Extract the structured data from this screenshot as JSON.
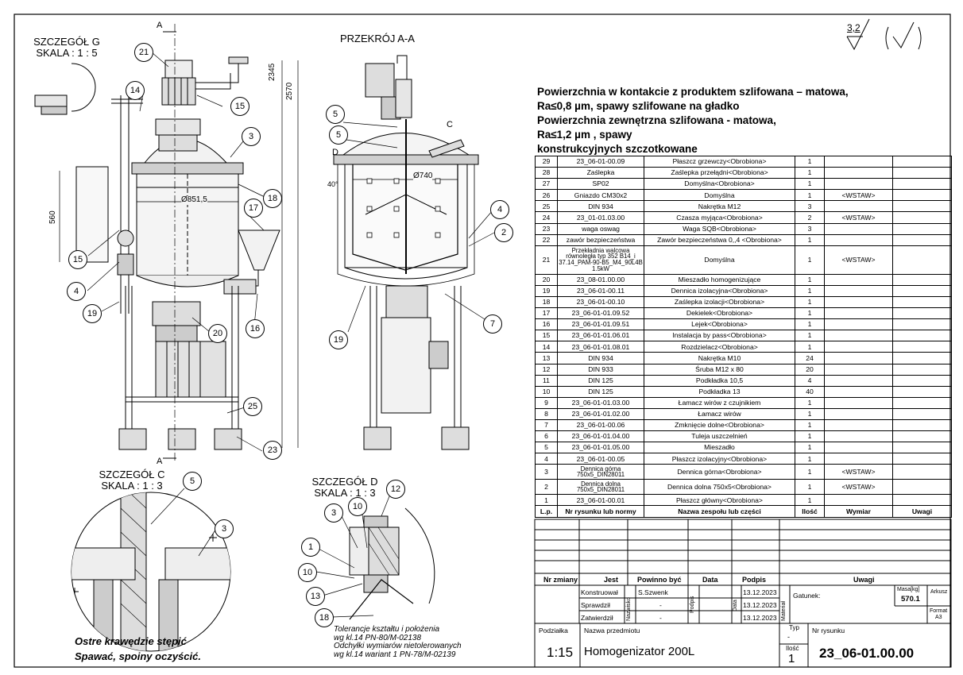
{
  "views": {
    "section_aa": "PRZEKRÓJ A-A",
    "detail_g": [
      "SZCZEGÓŁ G",
      "SKALA : 1 : 5"
    ],
    "detail_c": [
      "SZCZEGÓŁ C",
      "SKALA : 1 : 3"
    ],
    "detail_d": [
      "SZCZEGÓŁ D",
      "SKALA : 1 : 3"
    ]
  },
  "section_markers": {
    "a": "A",
    "c": "C",
    "d": "D"
  },
  "dimensions": {
    "h_2345": "2345",
    "h_2570": "2570",
    "h_560": "560",
    "dia_851": "Ø851,5",
    "dia_740": "Ø740",
    "angle_40": "40°"
  },
  "balloons": {
    "front": [
      "21",
      "14",
      "15",
      "3",
      "18",
      "17",
      "15",
      "4",
      "19",
      "20",
      "16",
      "25",
      "23"
    ],
    "section": [
      "5",
      "5",
      "4",
      "2",
      "19",
      "7"
    ],
    "detail_c": [
      "5",
      "3"
    ],
    "detail_d": [
      "12",
      "10",
      "3",
      "1",
      "10",
      "13",
      "18"
    ]
  },
  "surface_finish": {
    "symbol_value": "3,2",
    "symbol_paren": "(√)"
  },
  "notes": [
    "Powierzchnia w kontakcie z produktem szlifowana – matowa,",
    "Ra≤0,8 µm, spawy szlifowane na gładko",
    "Powierzchnia zewnętrzna szlifowana - matowa,",
    "Ra≤1,2 µm , spawy",
    "konstrukcyjnych szczotkowane"
  ],
  "bom": {
    "headers": [
      "L.p.",
      "Nr rysunku lub normy",
      "Nazwa zespołu lub części",
      "Ilość",
      "Wymiar",
      "Uwagi"
    ],
    "rows": [
      [
        "29",
        "23_06-01-00.09",
        "Płaszcz grzewczy<Obrobiona>",
        "1",
        "",
        ""
      ],
      [
        "28",
        "Zaślepka",
        "Zaślepka przełądni<Obrobiona>",
        "1",
        "",
        ""
      ],
      [
        "27",
        "SP02",
        "Domyślna<Obrobiona>",
        "1",
        "",
        ""
      ],
      [
        "26",
        "Gniazdo CM30x2",
        "Domyślna",
        "1",
        "<WSTAW>",
        ""
      ],
      [
        "25",
        "DIN 934",
        "Nakrętka M12",
        "3",
        "",
        ""
      ],
      [
        "24",
        "23_01-01.03.00",
        "Czasza myjąca<Obrobiona>",
        "2",
        "<WSTAW>",
        ""
      ],
      [
        "23",
        "waga oswag",
        "Waga SQB<Obrobiona>",
        "3",
        "",
        ""
      ],
      [
        "22",
        "zawór bezpieczeństwa",
        "Zawór bezpieczeństwa 0,,4 <Obrobiona>",
        "1",
        "",
        ""
      ],
      [
        "21",
        "Przekładnia walcowa równoległa typ 352 B14_i 37.14_PAM-90-B5_M4_90L4B 1.5kW",
        "Domyślna",
        "1",
        "<WSTAW>",
        ""
      ],
      [
        "20",
        "23_08-01.00.00",
        "Mieszadło homogenizujące",
        "1",
        "",
        ""
      ],
      [
        "19",
        "23_06-01-00.11",
        "Dennica izolacyjna<Obrobiona>",
        "1",
        "",
        ""
      ],
      [
        "18",
        "23_06-01-00.10",
        "Zaślepka izolacji<Obrobiona>",
        "1",
        "",
        ""
      ],
      [
        "17",
        "23_06-01-01.09.52",
        "Dekielek<Obrobiona>",
        "1",
        "",
        ""
      ],
      [
        "16",
        "23_06-01-01.09.51",
        "Lejek<Obrobiona>",
        "1",
        "",
        ""
      ],
      [
        "15",
        "23_06-01-01.06.01",
        "Instalacja by pass<Obrobiona>",
        "1",
        "",
        ""
      ],
      [
        "14",
        "23_06-01-01.08.01",
        "Rozdzielacz<Obrobiona>",
        "1",
        "",
        ""
      ],
      [
        "13",
        "DIN 934",
        "Nakrętka M10",
        "24",
        "",
        ""
      ],
      [
        "12",
        "DIN 933",
        "Śruba M12 x 80",
        "20",
        "",
        ""
      ],
      [
        "11",
        "DIN 125",
        "Podkładka 10,5",
        "4",
        "",
        ""
      ],
      [
        "10",
        "DIN 125",
        "Podkładka 13",
        "40",
        "",
        ""
      ],
      [
        "9",
        "23_06-01-01.03.00",
        "Łamacz wirów z czujnikiem",
        "1",
        "",
        ""
      ],
      [
        "8",
        "23_06-01-01.02.00",
        "Łamacz wirów",
        "1",
        "",
        ""
      ],
      [
        "7",
        "23_06-01-00.06",
        "Zmknięcie dolne<Obrobiona>",
        "1",
        "",
        ""
      ],
      [
        "6",
        "23_06-01-01.04.00",
        "Tuleja uszczelnień",
        "1",
        "",
        ""
      ],
      [
        "5",
        "23_06-01-01.05.00",
        "Mieszadło",
        "1",
        "",
        ""
      ],
      [
        "4",
        "23_06-01-00.05",
        "Płaszcz izolacyjny<Obrobiona>",
        "1",
        "",
        ""
      ],
      [
        "3",
        "Dennica górna 750x5_DIN28011",
        "Dennica górna<Obrobiona>",
        "1",
        "<WSTAW>",
        ""
      ],
      [
        "2",
        "Dennica dolna 750x5_DIN28011",
        "Dennica dolna 750x5<Obrobiona>",
        "1",
        "<WSTAW>",
        ""
      ],
      [
        "1",
        "23_06-01-00.01",
        "Płaszcz główny<Obrobiona>",
        "1",
        "",
        ""
      ]
    ]
  },
  "revision_headers": [
    "Nr zmiany",
    "Jest",
    "Powinno być",
    "Data",
    "Podpis",
    "Uwagi"
  ],
  "title_block": {
    "roles": [
      "Konstruował",
      "Sprawdził",
      "Zatwierdził"
    ],
    "nazwisko_label": "Nazwisko",
    "names": [
      "S.Szwenk",
      "-",
      "-"
    ],
    "podpis_label": "Podpis",
    "data_label": "Data",
    "dates": [
      "13.12.2023",
      "13.12.2023",
      "13.12.2023"
    ],
    "material_label": "Materiał",
    "gatunek_label": "Gatunek:",
    "masa_label": "Masa[kg]",
    "masa_value": "570.1",
    "arkusz_label": "Arkusz",
    "format_label": "Format",
    "format_value": "A3",
    "podzialka_label": "Podziałka",
    "scale_value": "1:15",
    "nazwa_label": "Nazwa przedmiotu",
    "nazwa_value": "Homogenizator 200L",
    "typ_label": "Typ",
    "typ_value": "-",
    "ilosc_label": "Ilość",
    "ilosc_value": "1",
    "nr_label": "Nr rysunku",
    "nr_value": "23_06-01.00.00"
  },
  "weld_notes": [
    "Ostre krawędzie stępić",
    "Spawać, spoiny oczyścić."
  ],
  "tolerance_notes": [
    "Tolerancje kształtu i położenia",
    "wg kl.14 PN-80/M-02138",
    "Odchyłki wymiarów nietolerowanych",
    "wg kl.14 wariant 1 PN-78/M-02139"
  ]
}
